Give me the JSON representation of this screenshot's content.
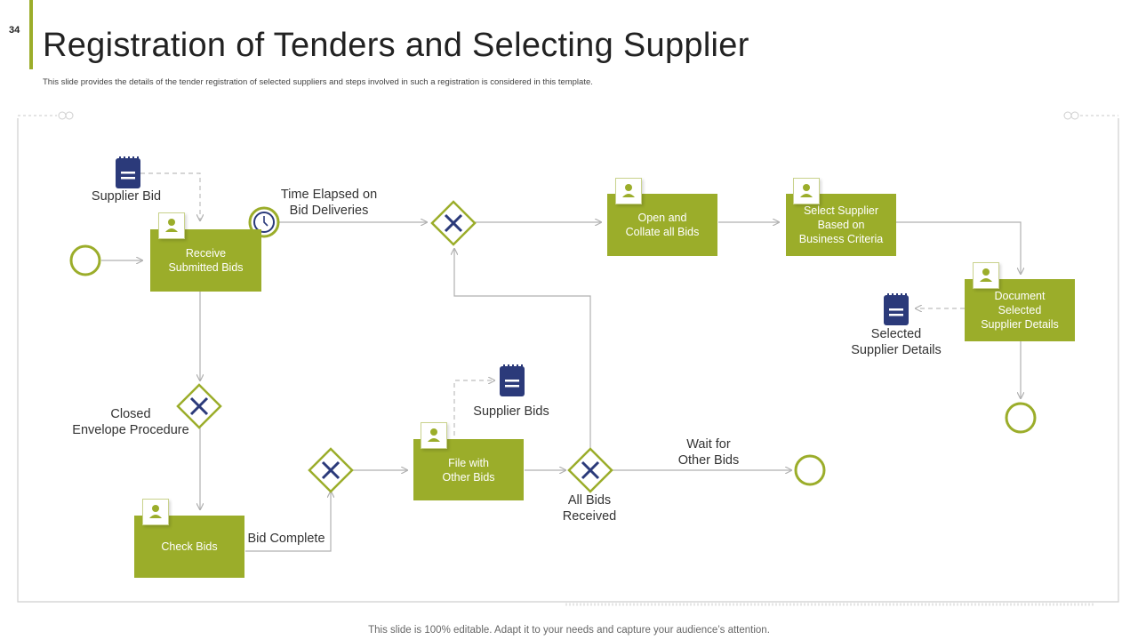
{
  "slide": {
    "page_number": "34",
    "title": "Registration of Tenders and Selecting Supplier",
    "subtitle": "This slide provides the details of the tender registration of selected suppliers and steps involved in such a registration is considered in this template.",
    "footer": "This slide is 100% editable. Adapt it to your needs and capture your audience’s attention."
  },
  "colors": {
    "accent": "#9bad2a",
    "navy": "#2b3a7a",
    "line": "#b0b0b0"
  },
  "tasks": {
    "receive": [
      "Receive",
      "Submitted Bids"
    ],
    "check": [
      "Check Bids"
    ],
    "file": [
      "File with",
      "Other Bids"
    ],
    "open": [
      "Open and",
      "Collate all Bids"
    ],
    "select": [
      "Select Supplier",
      "Based on",
      "Business Criteria"
    ],
    "document": [
      "Document",
      "Selected",
      "Supplier Details"
    ]
  },
  "labels": {
    "supplier_bid": "Supplier Bid",
    "time_elapsed": [
      "Time Elapsed on",
      "Bid Deliveries"
    ],
    "closed_envelope": [
      "Closed",
      "Envelope Procedure"
    ],
    "bid_complete": "Bid Complete",
    "supplier_bids": "Supplier Bids",
    "all_bids_received": [
      "All Bids",
      "Received"
    ],
    "wait_for": [
      "Wait for",
      "Other Bids"
    ],
    "selected_supplier_details": [
      "Selected",
      "Supplier Details"
    ]
  },
  "icons": {
    "data_object": "notepad-icon",
    "performer": "person-icon",
    "timer": "clock-icon",
    "gateway": "x-gateway-icon",
    "event": "circle-event-icon"
  }
}
